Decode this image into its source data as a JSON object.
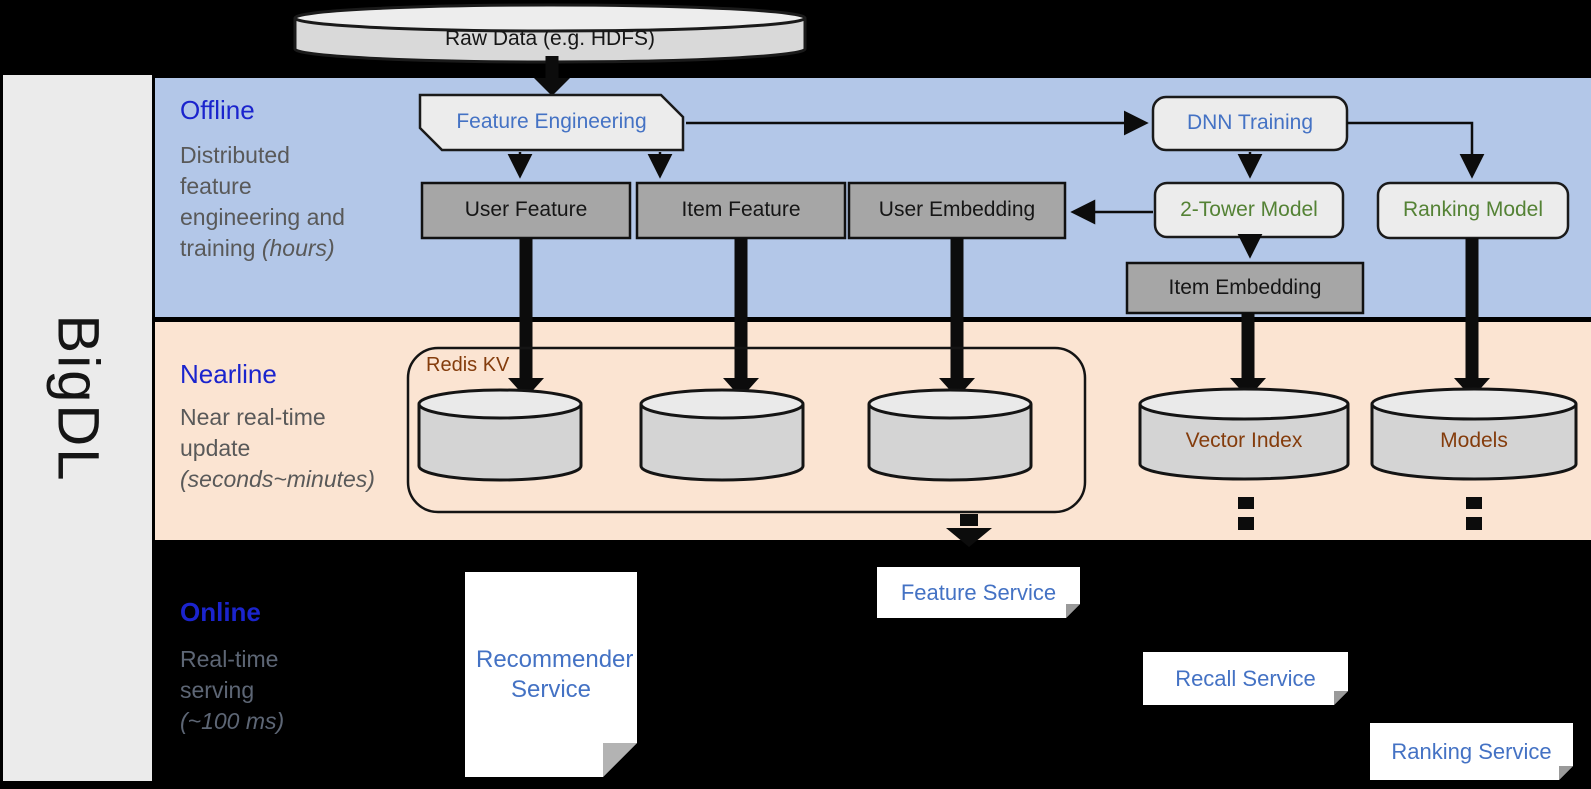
{
  "sidebar": {
    "brand": "BigDL"
  },
  "source": {
    "label": "Raw Data (e.g. HDFS)"
  },
  "offline": {
    "title": "Offline",
    "description": "Distributed feature engineering and training",
    "description_note": "(hours)",
    "nodes": {
      "feature_engineering": "Feature Engineering",
      "dnn_training": "DNN Training",
      "user_feature": "User Feature",
      "item_feature": "Item Feature",
      "user_embedding": "User Embedding",
      "two_tower_model": "2-Tower Model",
      "ranking_model": "Ranking Model",
      "item_embedding": "Item Embedding"
    }
  },
  "nearline": {
    "title": "Nearline",
    "description": "Near real-time update",
    "description_note": "(seconds~minutes)",
    "redis_group": {
      "label": "Redis KV",
      "shard_count": 3
    },
    "stores": {
      "vector_index": "Vector Index",
      "models": "Models"
    }
  },
  "online": {
    "title": "Online",
    "description": "Real-time serving",
    "description_note": "(~100 ms)",
    "services": {
      "recommender": "Recommender Service",
      "feature": "Feature Service",
      "recall": "Recall Service",
      "ranking": "Ranking Service"
    }
  },
  "colors": {
    "background": "#000000",
    "band_offline": "#b3c7e8",
    "band_nearline": "#fbe4d2",
    "sidebar_bg": "#ebebeb",
    "title_blue": "#1b24cd",
    "subtitle_gray": "#595959",
    "online_subtitle_gray": "#5d6675",
    "node_text_blue": "#4472c4",
    "node_text_green": "#548235",
    "store_text_brown": "#843c0c",
    "gray_box": "#a6a6a6",
    "shape_fill": "#ececec",
    "cylinder_body": "#d4d4d4",
    "cylinder_top": "#eaeaea"
  }
}
